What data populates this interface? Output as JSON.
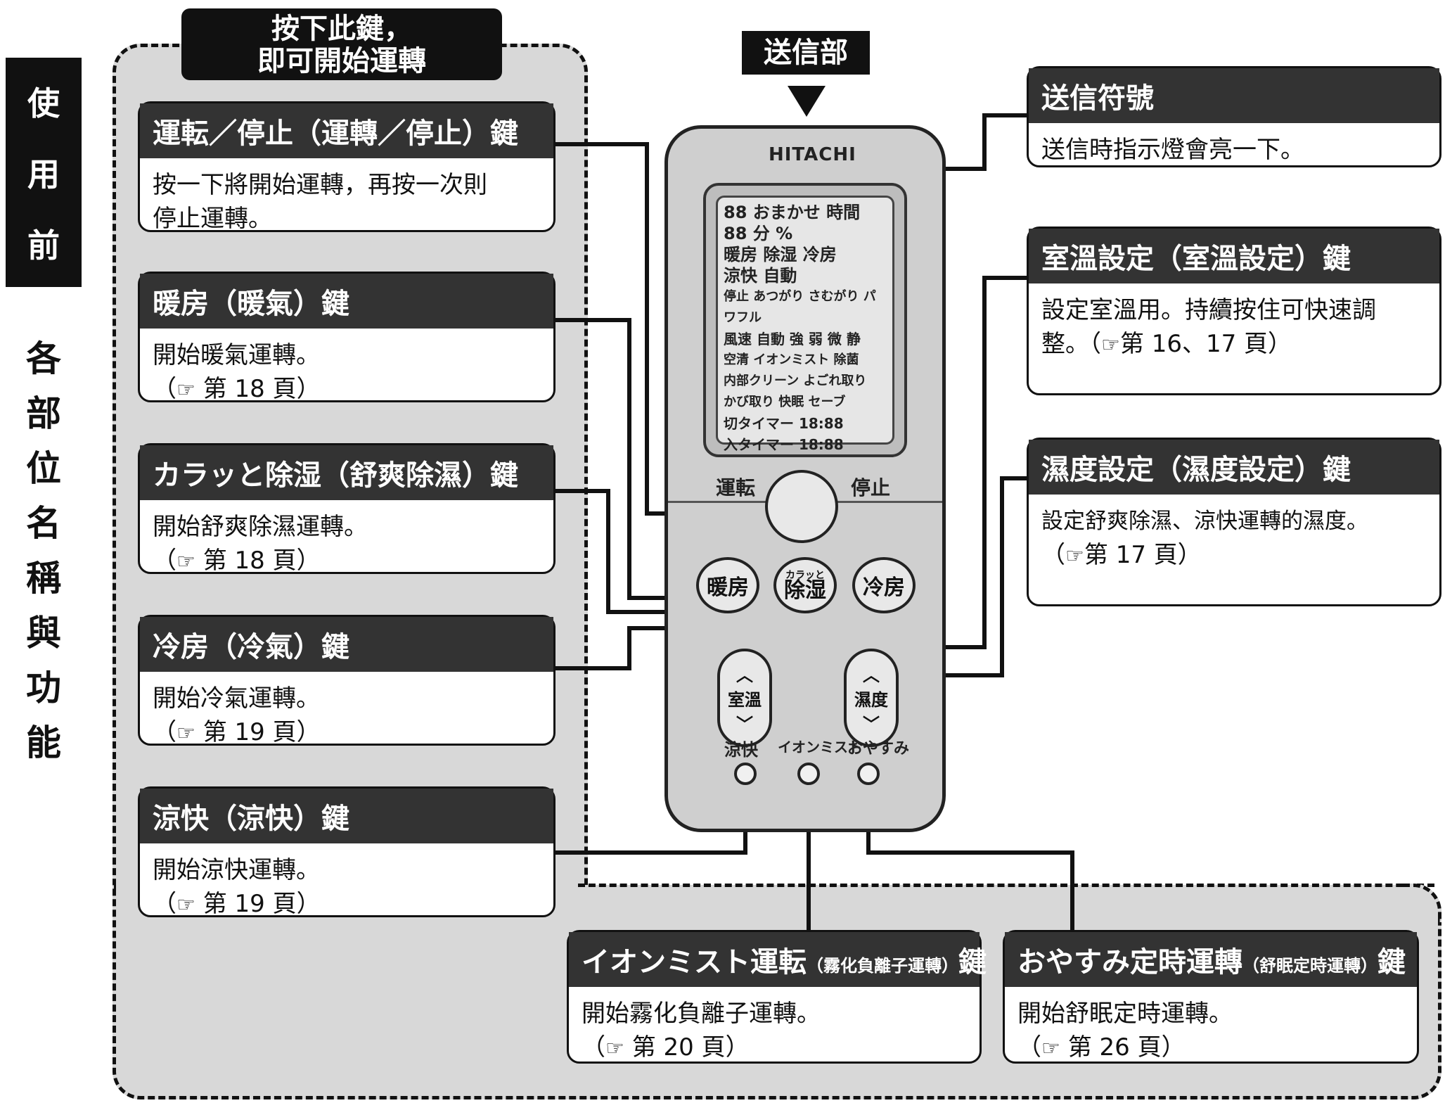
{
  "side": {
    "tab_chars": [
      "使",
      "用",
      "前"
    ],
    "section_chars": [
      "各",
      "部",
      "位",
      "名",
      "稱",
      "與",
      "功",
      "能"
    ]
  },
  "start_banner": {
    "line1": "按下此鍵，",
    "line2": "即可開始運轉"
  },
  "transmitter_label": "送信部",
  "remote": {
    "brand": "HITACHI",
    "lcd_lines": [
      "88 おまかせ 時間",
      "88 分 %",
      "暖房 除湿 冷房",
      "涼快 自動",
      "停止 あつがり さむがり パワフル",
      "風速 自動 強 弱 微 静",
      "空清 イオンミスト 除菌",
      "内部クリーン よごれ取り",
      "かび取り 快眠 セーブ",
      "切タイマー 18:88",
      "入タイマー 18:88"
    ],
    "run_label": "運転",
    "stop_label": "停止",
    "heat_label": "暖房",
    "dry_top": "カラッと",
    "dry_label": "除湿",
    "cool_label": "冷房",
    "room_temp_label": "室溫",
    "humidity_label": "濕度",
    "small_labels": [
      "涼快",
      "イオンミスト",
      "おやすみ"
    ]
  },
  "boxes": {
    "run_stop": {
      "title": "運転／停止（運轉／停止）鍵",
      "line1": "按一下將開始運轉，再按一次則",
      "line2": "停止運轉。"
    },
    "heat": {
      "title": "暖房（暖氣）鍵",
      "line1": "開始暖氣運轉。",
      "ref_pre": "（",
      "ref_page": "第 18 頁）"
    },
    "dry": {
      "title": "カラッと除湿（舒爽除濕）鍵",
      "line1": "開始舒爽除濕運轉。",
      "ref_pre": "（",
      "ref_page": "第 18 頁）"
    },
    "cool": {
      "title": "冷房（冷氣）鍵",
      "line1": "開始冷氣運轉。",
      "ref_pre": "（",
      "ref_page": "第 19 頁）"
    },
    "fresh": {
      "title": "涼快（涼快）鍵",
      "line1": "開始涼快運轉。",
      "ref_pre": "（",
      "ref_page": "第 19 頁）"
    },
    "ion": {
      "title": "イオンミスト運転",
      "title_small": "（霧化負離子運轉）",
      "title_end": "鍵",
      "line1": "開始霧化負離子運轉。",
      "ref_pre": "（",
      "ref_page": "第 20 頁）"
    },
    "sleep": {
      "title": "おやすみ定時運轉",
      "title_small": "（舒眠定時運轉）",
      "title_end": "鍵",
      "line1": "開始舒眠定時運轉。",
      "ref_pre": "（",
      "ref_page": "第 26 頁）"
    },
    "signal": {
      "title": "送信符號",
      "line1": "送信時指示燈會亮一下。"
    },
    "temp": {
      "title": "室溫設定（室溫設定）鍵",
      "line1": "設定室溫用。持續按住可快速調",
      "line2": "整。（",
      "ref_page": "第 16、17 頁）"
    },
    "humid": {
      "title": "濕度設定（濕度設定）鍵",
      "line1": "設定舒爽除濕、涼快運轉的濕度。",
      "ref_pre": "（",
      "ref_page": "第 17 頁）"
    }
  },
  "ref_icon": "☞"
}
